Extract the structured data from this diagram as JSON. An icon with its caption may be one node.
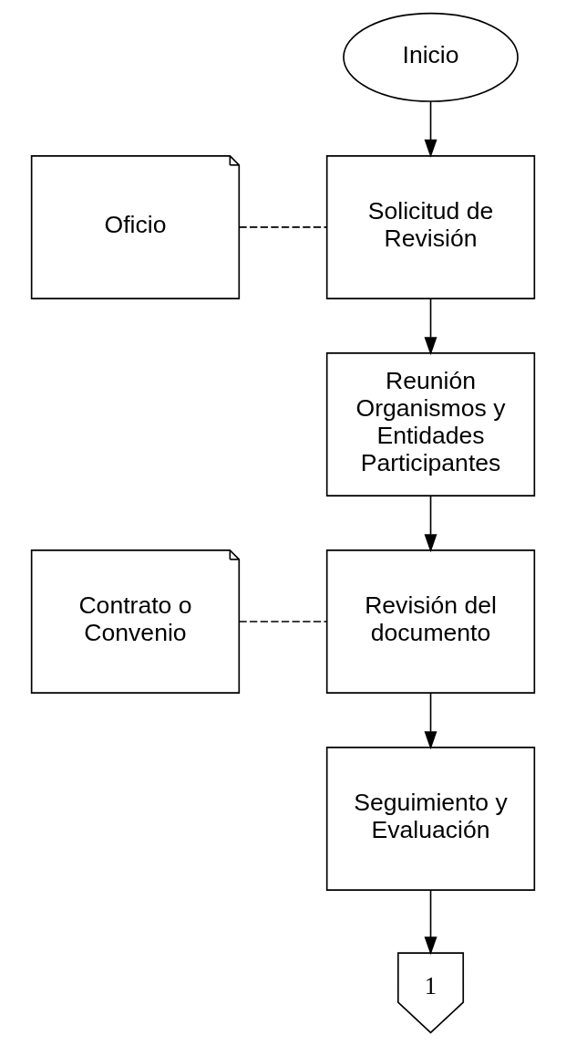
{
  "diagram": {
    "nodes": [
      {
        "text": [
          "Inicio"
        ]
      },
      {
        "text": [
          "Oficio"
        ]
      },
      {
        "text": [
          "Solicitud de Revisión"
        ]
      },
      {
        "text": [
          "Reunión Organismos y Entidades Participantes"
        ]
      },
      {
        "text": [
          "Contrato o Convenio"
        ]
      },
      {
        "text": [
          "Revisión del documento"
        ]
      },
      {
        "text": [
          "Seguimiento y Evaluación"
        ]
      },
      {
        "text": [
          "1"
        ]
      }
    ],
    "edges": [
      {
        "from": 0,
        "to": 2,
        "arrow": "to"
      },
      {
        "from": 1,
        "to": 2,
        "arrow": "none",
        "style": "dashed"
      },
      {
        "from": 2,
        "to": 3,
        "arrow": "to"
      },
      {
        "from": 3,
        "to": 5,
        "arrow": "to"
      },
      {
        "from": 4,
        "to": 5,
        "arrow": "none",
        "style": "dashed"
      },
      {
        "from": 5,
        "to": 6,
        "arrow": "to"
      },
      {
        "from": 6,
        "to": 7,
        "arrow": "to"
      }
    ]
  }
}
